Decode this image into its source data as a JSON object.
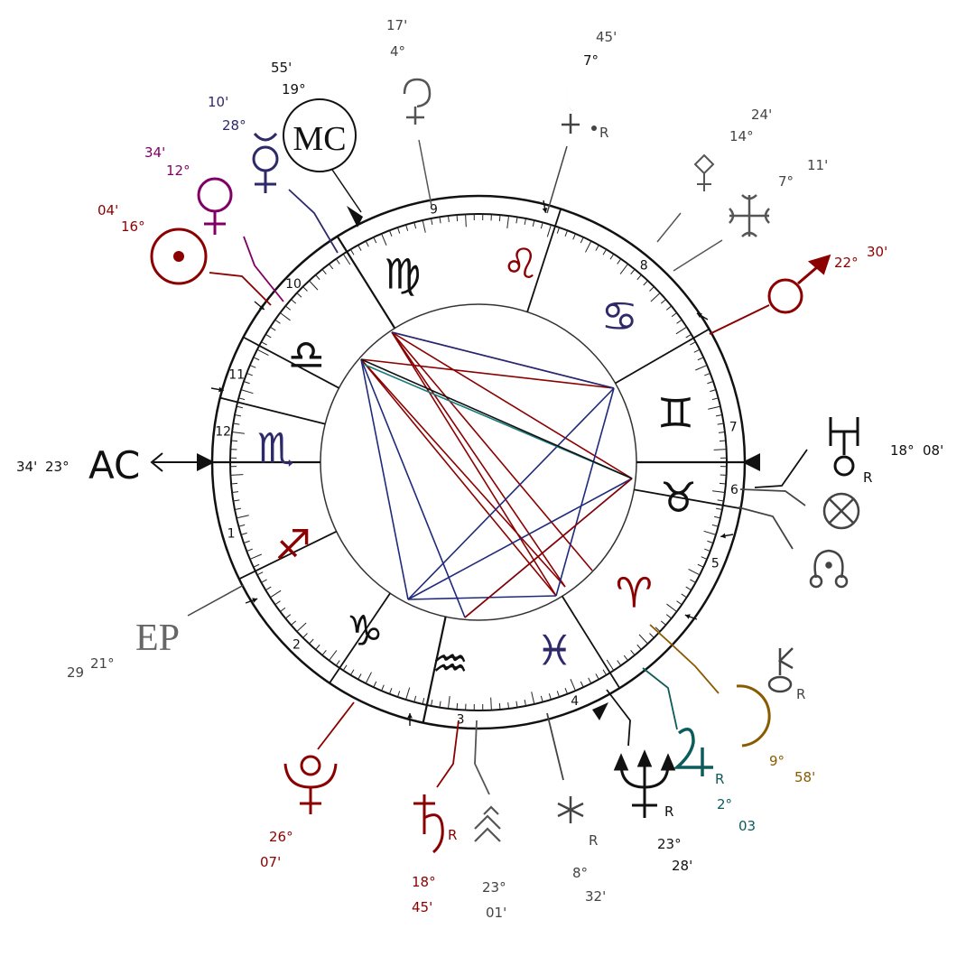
{
  "colors": {
    "sun": "#8b0000",
    "venus": "#800066",
    "mercury": "#2e2a6a",
    "mars": "#8b0000",
    "saturn": "#8b0000",
    "pluto": "#8b0000",
    "moon": "#8a5a00",
    "jupiter": "#0d5c5c",
    "neutral": "#555555",
    "ink": "#111111",
    "aspect_red": "#8b0000",
    "aspect_blue": "#1f2a7a",
    "aspect_teal": "#1a7a7a"
  },
  "house_numbers": [
    "1",
    "2",
    "3",
    "4",
    "5",
    "6",
    "7",
    "8",
    "9",
    "10",
    "11",
    "12"
  ],
  "signs": [
    {
      "name": "aries",
      "glyph": "♈",
      "color": "#8b0000"
    },
    {
      "name": "taurus",
      "glyph": "♉",
      "color": "#111111"
    },
    {
      "name": "gemini",
      "glyph": "♊",
      "color": "#111111"
    },
    {
      "name": "cancer",
      "glyph": "♋",
      "color": "#2e2a6a"
    },
    {
      "name": "leo",
      "glyph": "♌",
      "color": "#8b0000"
    },
    {
      "name": "virgo",
      "glyph": "♍",
      "color": "#111111"
    },
    {
      "name": "libra",
      "glyph": "♎",
      "color": "#111111"
    },
    {
      "name": "scorpio",
      "glyph": "♏",
      "color": "#2e2a6a"
    },
    {
      "name": "sagittarius",
      "glyph": "♐",
      "color": "#8b0000"
    },
    {
      "name": "capricorn",
      "glyph": "♑",
      "color": "#111111"
    },
    {
      "name": "aquarius",
      "glyph": "♒",
      "color": "#111111"
    },
    {
      "name": "pisces",
      "glyph": "♓",
      "color": "#2e2a6a"
    }
  ],
  "angles": {
    "ac": {
      "label": "AC",
      "deg": "23°",
      "min": "34'"
    },
    "mc": {
      "label": "MC",
      "deg": "19°",
      "min": "55'"
    },
    "ep": {
      "label": "EP",
      "deg": "21°",
      "min": "29"
    }
  },
  "planets": [
    {
      "name": "pluto-top",
      "glyph": "⯓",
      "deg": "4°",
      "min": "17'",
      "retro": ""
    },
    {
      "name": "lilith",
      "glyph": "⚸",
      "deg": "7°",
      "min": "45'",
      "retro": "R"
    },
    {
      "name": "ceres",
      "glyph": "⚳",
      "deg": "14°",
      "min": "24'",
      "retro": ""
    },
    {
      "name": "vertex",
      "glyph": "✢",
      "deg": "7°",
      "min": "11'",
      "retro": ""
    },
    {
      "name": "mars",
      "glyph": "♂",
      "deg": "22°",
      "min": "30'",
      "retro": ""
    },
    {
      "name": "uranus",
      "glyph": "♅",
      "deg": "18°",
      "min": "08'",
      "retro": "R"
    },
    {
      "name": "part-fortune",
      "glyph": "⊗",
      "deg": "",
      "min": "",
      "retro": ""
    },
    {
      "name": "node",
      "glyph": "☊",
      "deg": "",
      "min": "",
      "retro": ""
    },
    {
      "name": "chiron",
      "glyph": "⚷",
      "deg": "",
      "min": "",
      "retro": "R"
    },
    {
      "name": "moon",
      "glyph": "☽",
      "deg": "9°",
      "min": "58'",
      "retro": ""
    },
    {
      "name": "jupiter",
      "glyph": "♃",
      "deg": "2°",
      "min": "03",
      "retro": "R"
    },
    {
      "name": "neptune",
      "glyph": "♆",
      "deg": "23°",
      "min": "28'",
      "retro": "R"
    },
    {
      "name": "juno",
      "glyph": "✳",
      "deg": "8°",
      "min": "32'",
      "retro": "R"
    },
    {
      "name": "pallas",
      "glyph": "⯋",
      "deg": "23°",
      "min": "01'",
      "retro": ""
    },
    {
      "name": "saturn",
      "glyph": "♄",
      "deg": "18°",
      "min": "45'",
      "retro": "R"
    },
    {
      "name": "pluto",
      "glyph": "♇",
      "deg": "26°",
      "min": "07'",
      "retro": ""
    },
    {
      "name": "sun",
      "glyph": "☉",
      "deg": "16°",
      "min": "04'",
      "retro": ""
    },
    {
      "name": "venus",
      "glyph": "♀",
      "deg": "12°",
      "min": "34'",
      "retro": ""
    },
    {
      "name": "mercury",
      "glyph": "☿",
      "deg": "28°",
      "min": "10'",
      "retro": ""
    }
  ],
  "icons": {
    "ac_arrow": "arrow-left-icon",
    "angle_marker": "triangle-marker-icon"
  }
}
